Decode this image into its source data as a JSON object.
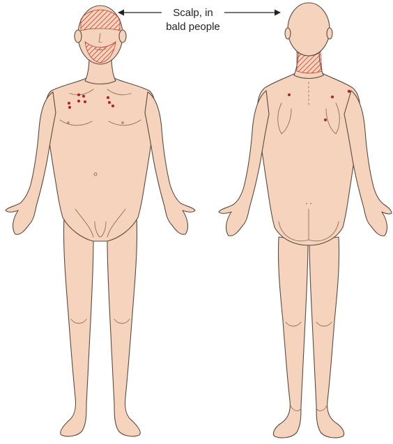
{
  "annotation": {
    "line1": "Scalp, in",
    "line2": "bald people"
  },
  "figures": {
    "front": {
      "view": "anterior"
    },
    "back": {
      "view": "posterior"
    }
  },
  "colors": {
    "skin": "#f6d3bd",
    "outline": "#5a4a3f",
    "lesion": "#b32222",
    "hatch": "#c0392b",
    "text": "#222222"
  }
}
